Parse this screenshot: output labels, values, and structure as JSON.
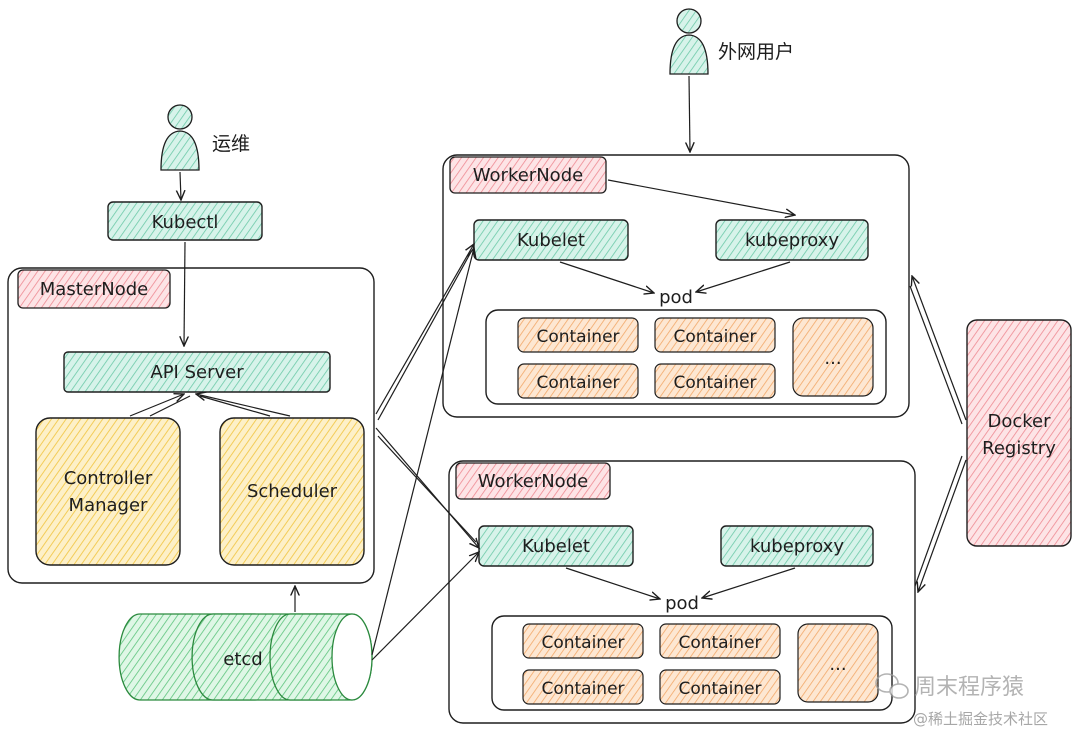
{
  "actors": {
    "ops": "运维",
    "external_user": "外网用户"
  },
  "kubectl": "Kubectl",
  "master": {
    "title": "MasterNode",
    "api_server": "API Server",
    "controller_line1": "Controller",
    "controller_line2": "Manager",
    "scheduler": "Scheduler"
  },
  "etcd": "etcd",
  "worker1": {
    "title": "WorkerNode",
    "kubelet": "Kubelet",
    "kubeproxy": "kubeproxy",
    "pod_label": "pod",
    "containers": [
      "Container",
      "Container",
      "Container",
      "Container"
    ],
    "more": "..."
  },
  "worker2": {
    "title": "WorkerNode",
    "kubelet": "Kubelet",
    "kubeproxy": "kubeproxy",
    "pod_label": "pod",
    "containers": [
      "Container",
      "Container",
      "Container",
      "Container"
    ],
    "more": "..."
  },
  "registry": {
    "line1": "Docker",
    "line2": "Registry"
  },
  "watermark": {
    "wechat": "周末程序猿",
    "site": "@稀土掘金技术社区"
  },
  "colors": {
    "teal": "#c3ece0",
    "teal_stroke": "#2f9e77",
    "pink": "#fbd3d6",
    "pink_stroke": "#e03131",
    "yellow": "#fbe6a8",
    "yellow_stroke": "#f0b429",
    "orange": "#fad9b5",
    "orange_stroke": "#e8590c",
    "green_cyl": "#c9f2d6",
    "green_stroke": "#2b8a3e"
  }
}
